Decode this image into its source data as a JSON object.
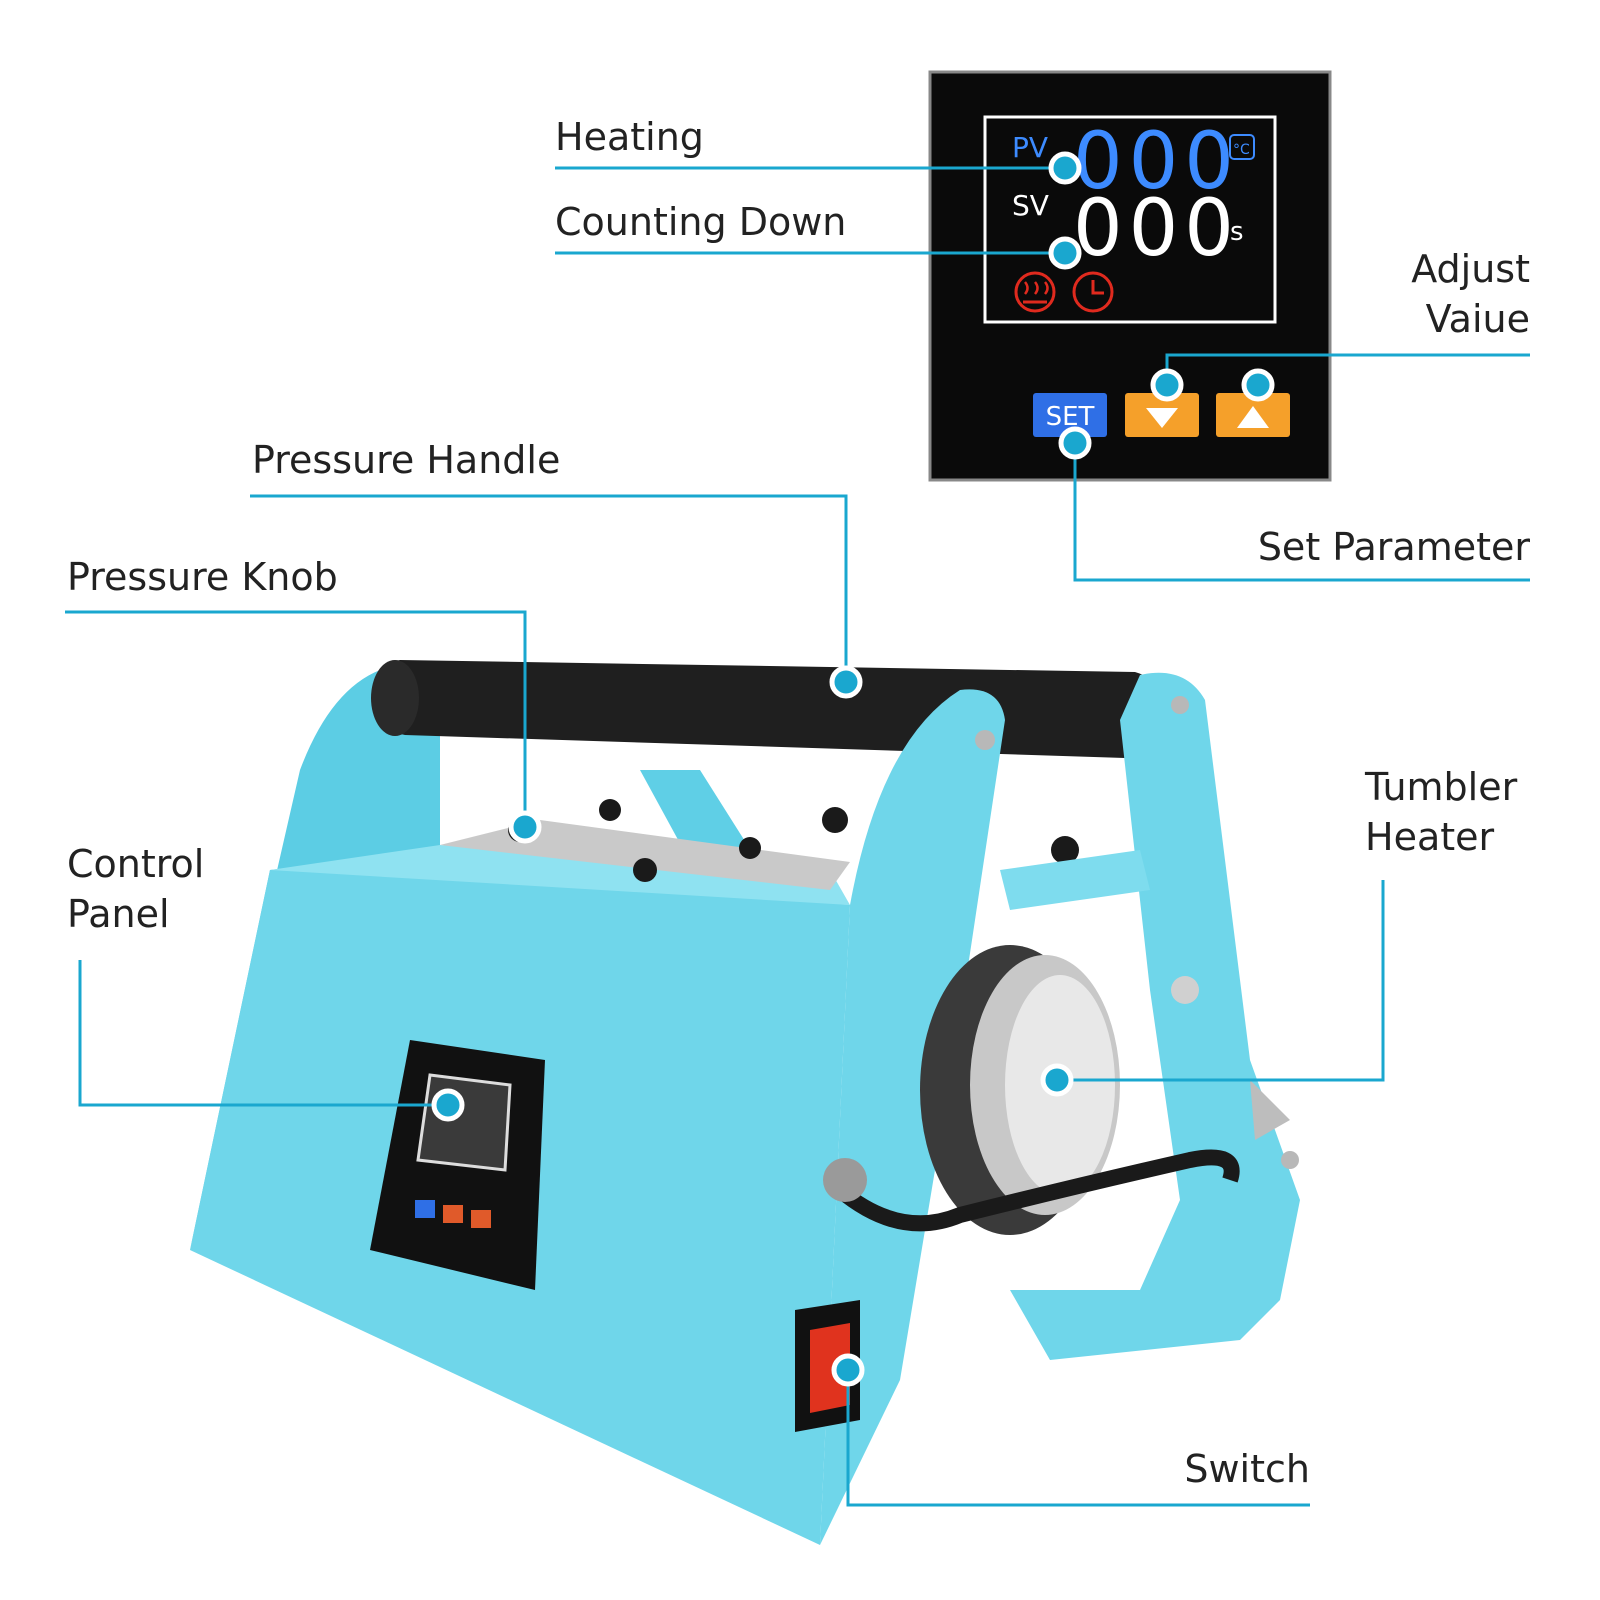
{
  "colors": {
    "accent": "#1aa7cf",
    "machine_body": "#6fd6ea",
    "machine_body_dark": "#4cc2db",
    "handle": "#1f1f1f",
    "panel_bg": "#0a0a0a",
    "lcd_blue": "#3d8bff",
    "lcd_red": "#e02a1e",
    "button_blue": "#2f6fe6",
    "button_orange": "#f5a02a"
  },
  "callouts": {
    "heating": "Heating",
    "counting_down": "Counting Down",
    "adjust_value_line1": "Adjust",
    "adjust_value_line2": "Vaiue",
    "set_parameter": "Set Parameter",
    "pressure_handle": "Pressure Handle",
    "pressure_knob": "Pressure Knob",
    "control_panel_line1": "Control",
    "control_panel_line2": "Panel",
    "tumbler_heater_line1": "Tumbler",
    "tumbler_heater_line2": "Heater",
    "switch": "Switch"
  },
  "display": {
    "pv_label": "PV",
    "sv_label": "SV",
    "pv_value": "000",
    "sv_value": "000",
    "pv_unit": "°C",
    "sv_unit": "s",
    "set_button": "SET",
    "heating_icon": "heating-icon",
    "timer_icon": "clock-icon",
    "down_icon": "arrow-down-icon",
    "up_icon": "arrow-up-icon"
  }
}
